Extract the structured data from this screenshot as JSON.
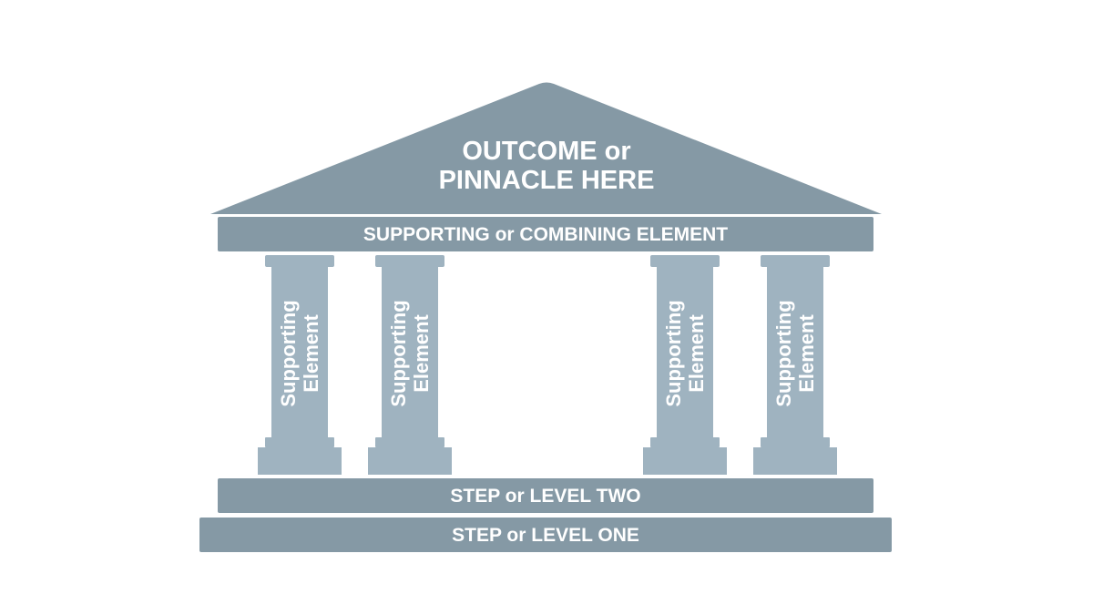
{
  "diagram": {
    "roof": {
      "line1": "OUTCOME or",
      "line2": "PINNACLE HERE"
    },
    "beam": {
      "label": "SUPPORTING or COMBINING ELEMENT"
    },
    "columns": [
      {
        "line1": "Supporting",
        "line2": "Element"
      },
      {
        "line1": "Supporting",
        "line2": "Element"
      },
      {
        "line1": "Supporting",
        "line2": "Element"
      },
      {
        "line1": "Supporting",
        "line2": "Element"
      }
    ],
    "step_two": {
      "label": "STEP or LEVEL TWO"
    },
    "step_one": {
      "label": "STEP or LEVEL ONE"
    }
  },
  "colors": {
    "roof": "#8599a5",
    "beam": "#8599a5",
    "column": "#9fb3c0",
    "steps": "#8599a5",
    "text": "#ffffff"
  }
}
